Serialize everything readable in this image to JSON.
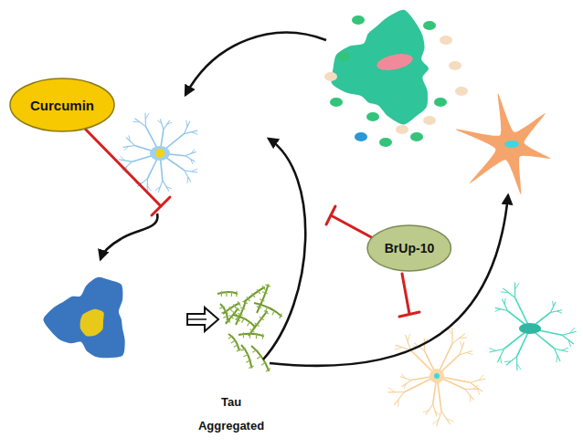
{
  "diagram": {
    "nodes": [
      {
        "text": [
          "Curcumin"
        ]
      },
      {
        "text": [
          "BrUp-10"
        ]
      }
    ],
    "labels": [
      "Tau Aggregated"
    ]
  }
}
